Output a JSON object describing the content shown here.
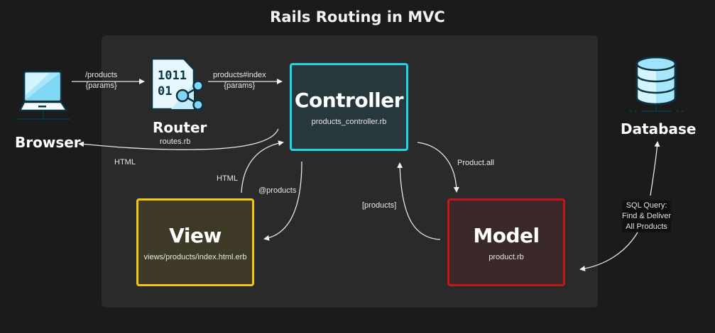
{
  "title": "Rails Routing in MVC",
  "nodes": {
    "browser": {
      "label": "Browser",
      "icon": "laptop-icon"
    },
    "router": {
      "label": "Router",
      "file": "routes.rb",
      "icon": "router-file-icon"
    },
    "controller": {
      "label": "Controller",
      "file": "products_controller.rb",
      "border_color": "#1ed6e8"
    },
    "view": {
      "label": "View",
      "file": "views/products/index.html.erb",
      "border_color": "#f2c612"
    },
    "model": {
      "label": "Model",
      "file": "product.rb",
      "border_color": "#c4161c"
    },
    "database": {
      "label": "Database",
      "icon": "database-icon"
    }
  },
  "edges": {
    "browser_router": {
      "line1": "/products",
      "line2": "{params}"
    },
    "router_controller": {
      "line1": "products#index",
      "line2": "{params}"
    },
    "controller_browser": {
      "label": "HTML"
    },
    "view_controller": {
      "label": "HTML"
    },
    "controller_view": {
      "label": "@products"
    },
    "controller_model": {
      "label": "Product.all"
    },
    "model_controller": {
      "label": "[products]"
    },
    "model_database": {
      "line1": "SQL Query:",
      "line2": "Find & Deliver",
      "line3": "All Products"
    }
  }
}
